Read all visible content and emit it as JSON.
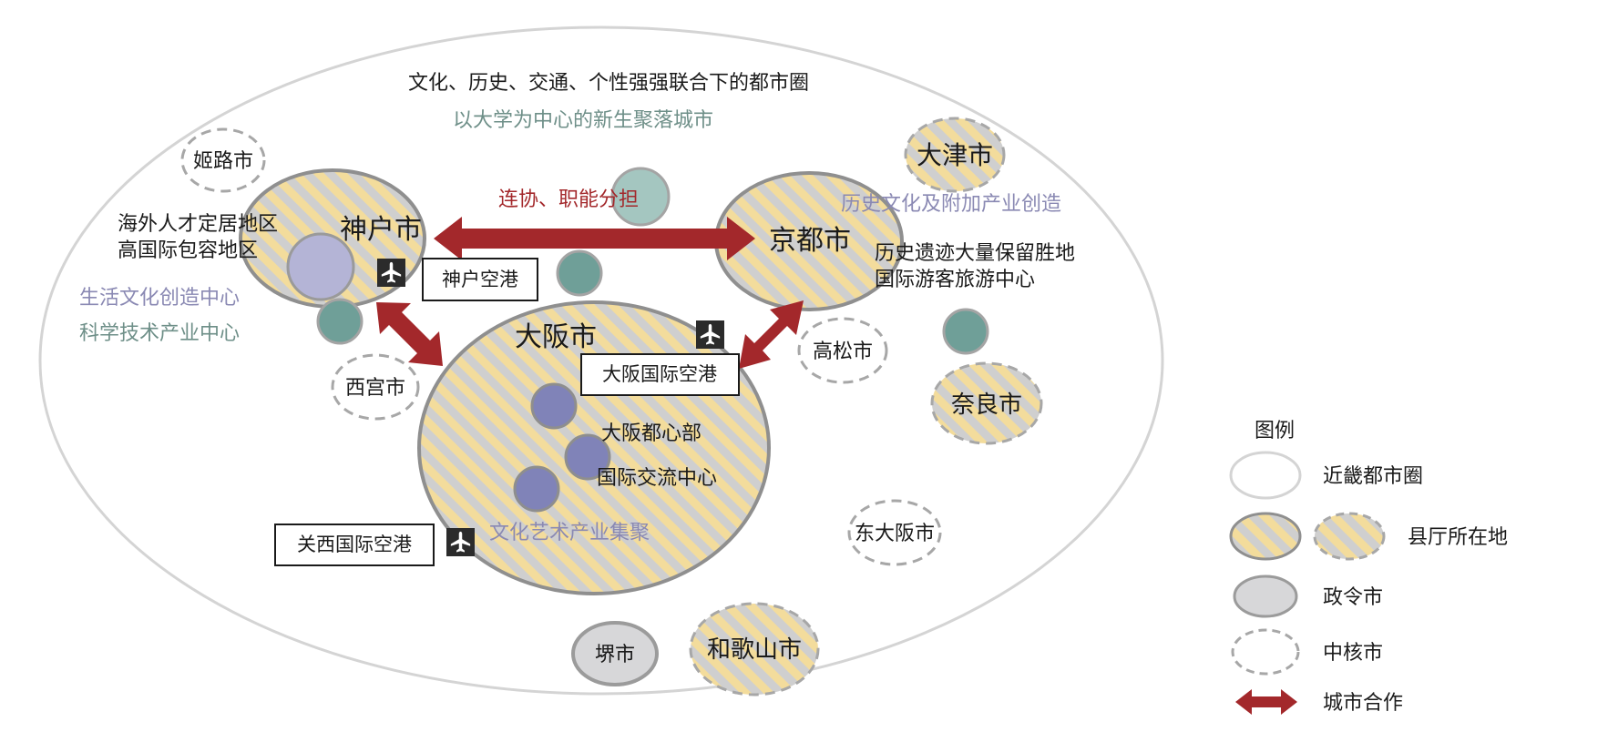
{
  "title": "文化、历史、交通、个性强强联合下的都市圈",
  "subtitle": "以大学为中心的新生聚落城市",
  "colors": {
    "region_outline": "#d4d4d4",
    "stripe_gold": "#f3dc9c",
    "stripe_gray": "#cfcfcf",
    "ordinance_city_fill": "#d7d7d9",
    "city_outline": "#9b9b9b",
    "arrow_red": "#a3282b",
    "teal": "#6f9f98",
    "teal_light": "#a4c6c0",
    "lavender": "#b4b4d6",
    "indigo": "#8083b8",
    "label_teal": "#6e8f88",
    "label_purple": "#8a89b3",
    "label_red": "#a3282b"
  },
  "cities": {
    "kobe": "神户市",
    "kyoto": "京都市",
    "osaka": "大阪市",
    "otsu": "大津市",
    "nara": "奈良市",
    "wakayama": "和歌山市",
    "sakai": "堺市",
    "himeji": "姬路市",
    "nishinomiya": "西宫市",
    "takatsuki": "高松市",
    "higashiosaka": "东大阪市"
  },
  "airports": {
    "kobe": "神户空港",
    "osaka": "大阪国际空港",
    "kansai": "关西国际空港"
  },
  "labels": {
    "cooperation": "连协、职能分担",
    "kobe_line1": "海外人才定居地区",
    "kobe_line2": "高国际包容地区",
    "life_culture": "生活文化创造中心",
    "science_tech": "科学技术产业中心",
    "kyoto_history": "历史文化及附加产业创造",
    "kyoto_line1": "历史遗迹大量保留胜地",
    "kyoto_line2": "国际游客旅游中心",
    "osaka_center": "大阪都心部",
    "osaka_exchange": "国际交流中心",
    "osaka_art": "文化艺术产业集聚"
  },
  "legend": {
    "title": "图例",
    "items": [
      {
        "key": "region",
        "label": "近畿都市圈"
      },
      {
        "key": "prefectural_capital",
        "label": "县厅所在地"
      },
      {
        "key": "ordinance_city",
        "label": "政令市"
      },
      {
        "key": "core_city",
        "label": "中核市"
      },
      {
        "key": "cooperation",
        "label": "城市合作"
      }
    ]
  },
  "icons": {
    "airport": "airplane-icon"
  }
}
